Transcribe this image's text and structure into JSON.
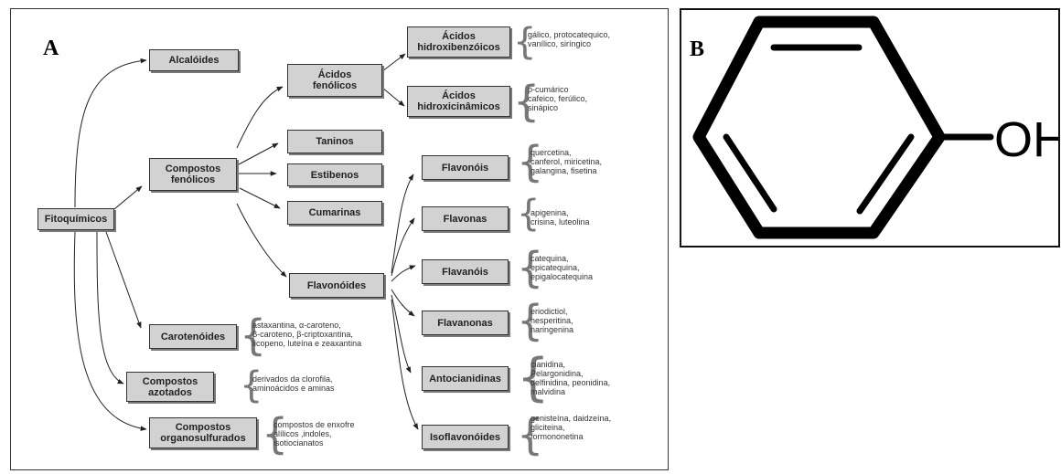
{
  "panel_a": {
    "label": "A",
    "nodes": {
      "fitoquimicos": "Fitoquímicos",
      "alcaloides": "Alcalóides",
      "compostos_fenolicos": "Compostos\nfenólicos",
      "carotenoides": "Carotenóides",
      "compostos_azotados": "Compostos\nazotados",
      "compostos_organosulfurados": "Compostos\norganosulfurados",
      "acidos_fenolicos": "Ácidos\nfenólicos",
      "taninos": "Taninos",
      "estibenos": "Estibenos",
      "cumarinas": "Cumarinas",
      "flavonoides": "Flavonóides",
      "acidos_hidroxibenzoicos": "Ácidos\nhidroxibenzóicos",
      "acidos_hidroxicinamicos": "Ácidos\nhidroxicinâmicos",
      "flavonois": "Flavonóis",
      "flavonas": "Flavonas",
      "flavanois": "Flavanóis",
      "flavanonas": "Flavanonas",
      "antocianidinas": "Antocianidinas",
      "isoflavonoides": "Isoflavonóides"
    },
    "examples": {
      "hidroxibenzoicos": "gálico, protocatequico,\nvanílico, siríngico",
      "hidroxicinamicos": "p-cumárico\ncafeico, ferúlico,\nsinápico",
      "flavonois": "quercetina,\ncanferol, miricetina,\ngalangina, fisetina",
      "flavonas": "apigenina,\ncrisina, luteolina",
      "flavanois": "catequina,\nepicatequina,\nepigalocatequina",
      "flavanonas": "eriodictiol,\nhesperitina,\nnaringenina",
      "antocianidinas": "cianidina,\nPelargonidina,\ndelfinidina, peonidina,\nmalvidina",
      "isoflavonoides": "genisteína, daidzeína,\ngliciteina,\nformononetina",
      "carotenoides": "astaxantina, α-caroteno,\nβ-caroteno, β-criptoxantina,\nlicopeno, luteína e zeaxantina",
      "azotados": "derivados da clorofila,\naminoácidos e aminas",
      "organosulfurados": "compostos de enxofre\nalílicos ,indoles,\nisotiocianatos"
    }
  },
  "panel_b": {
    "label": "B",
    "substituent": "OH"
  }
}
